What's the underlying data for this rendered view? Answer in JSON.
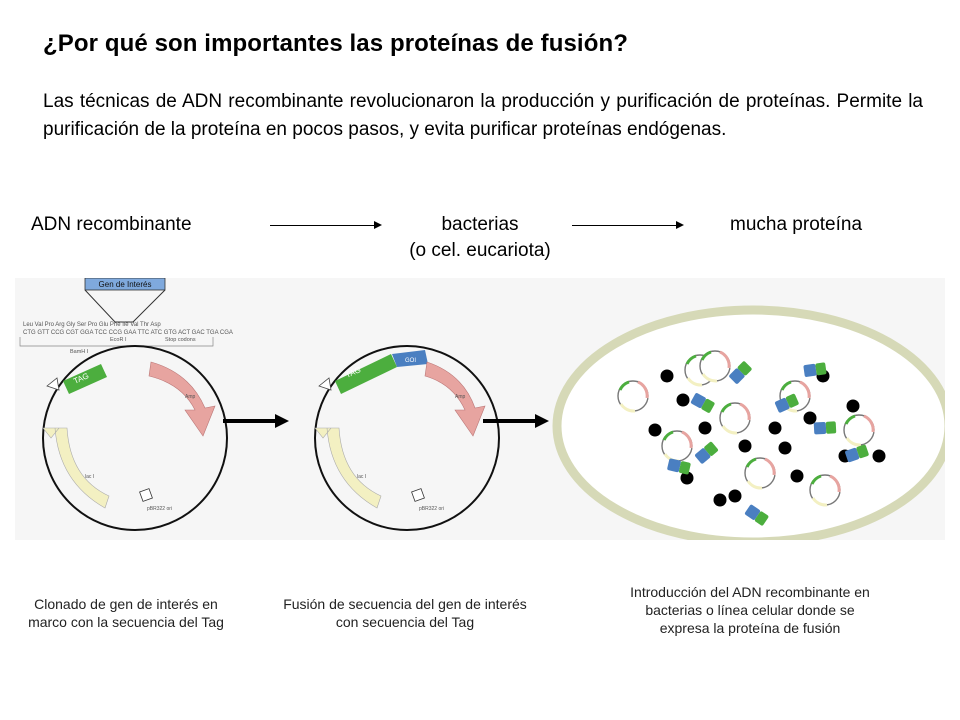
{
  "slide": {
    "title": "¿Por qué son importantes las proteínas de fusión?",
    "intro": "Las técnicas de ADN recombinante revolucionaron la producción y purificación de proteínas. Permite la purificación de la proteína en pocos pasos, y evita purificar proteínas endógenas."
  },
  "flow": {
    "step1": "ADN recombinante",
    "step2_line1": "bacterias",
    "step2_line2": "(o cel. eucariota)",
    "step3": "mucha proteína"
  },
  "figure": {
    "gene_box_label": "Gen de Interés",
    "amino_acids": "Leu Val Pro Arg Gly Ser Pro Glu Phe Ile Val Thr Asp",
    "codons": "CTG GTT CCG CGT GGA TCC CCG GAA TTC ATC GTG ACT GAC TGA CGA",
    "site_bamhi": "BamH I",
    "site_ecori": "EcoR I",
    "stop_codons": "Stop codons",
    "tag_label": "TAG",
    "gene_abbrev": "GOI",
    "amp_label": "Amp",
    "laci_label": "lac I",
    "origin_label": "pBR322 ori"
  },
  "captions": {
    "c1": "Clonado de gen de interés en marco con la secuencia del Tag",
    "c2": "Fusión de secuencia del gen de interés con secuencia del Tag",
    "c3": "Introducción del ADN recombinante en bacterias o línea celular donde se expresa la proteína de fusión"
  },
  "colors": {
    "tag": "#4cae3e",
    "goi": "#4a7fc1",
    "amp": "#e7a4a0",
    "laci": "#f3f0c2",
    "cell_wall": "#d6d9b7"
  }
}
